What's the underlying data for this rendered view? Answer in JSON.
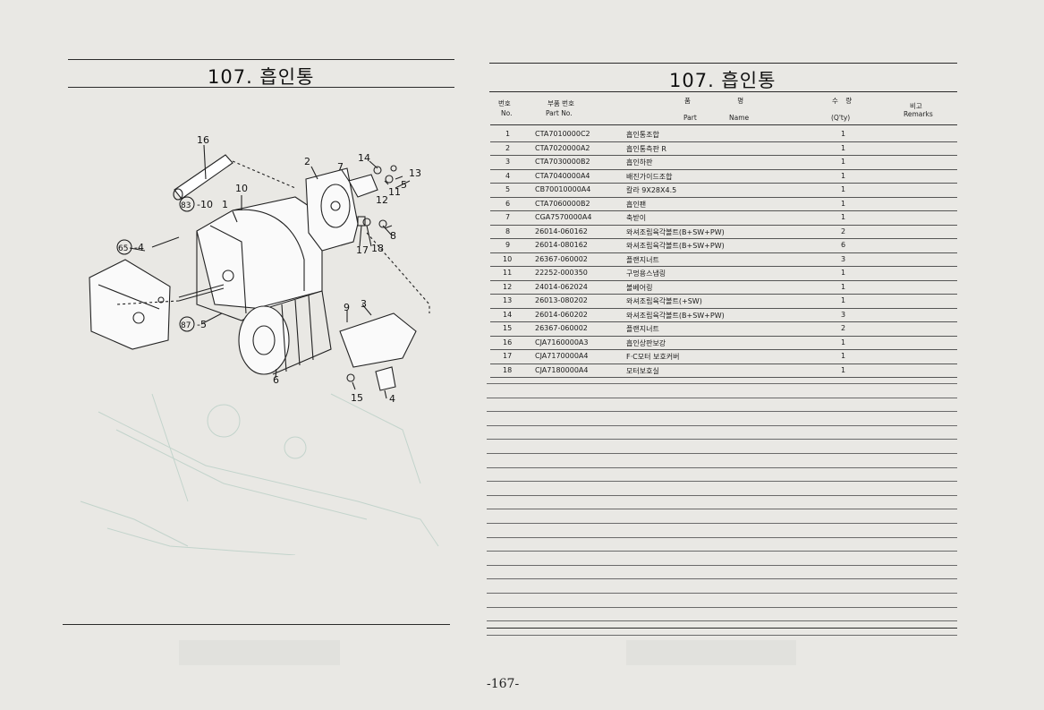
{
  "left_page": {
    "title": "107. 흡인통",
    "callouts": [
      {
        "label": "16"
      },
      {
        "label": "2"
      },
      {
        "label": "7"
      },
      {
        "label": "14"
      },
      {
        "label": "13"
      },
      {
        "label": "10"
      },
      {
        "label": "83"
      },
      {
        "label": "-10"
      },
      {
        "label": "1"
      },
      {
        "label": "5"
      },
      {
        "label": "12"
      },
      {
        "label": "11"
      },
      {
        "label": "8"
      },
      {
        "label": "17"
      },
      {
        "label": "18"
      },
      {
        "label": "65"
      },
      {
        "label": "-4"
      },
      {
        "label": "87"
      },
      {
        "label": "-5"
      },
      {
        "label": "9"
      },
      {
        "label": "3"
      },
      {
        "label": "6"
      },
      {
        "label": "15"
      },
      {
        "label": "4"
      }
    ]
  },
  "right_page": {
    "title": "107. 흡인통",
    "headers": {
      "no_ko": "번호",
      "no_en": "No.",
      "part_no_ko": "부품 번호",
      "part_no_en": "Part No.",
      "name_ko": "품 명",
      "name_part": "Part",
      "name_name": "Name",
      "qty_ko": "수 량",
      "qty_en": "(Q'ty)",
      "remarks_ko": "비고",
      "remarks_en": "Remarks"
    },
    "rows": [
      {
        "no": "1",
        "part": "CTA7010000C2",
        "name": "흡인통조합",
        "qty": "1"
      },
      {
        "no": "2",
        "part": "CTA7020000A2",
        "name": "흡인통측판 R",
        "qty": "1"
      },
      {
        "no": "3",
        "part": "CTA7030000B2",
        "name": "흡인하판",
        "qty": "1"
      },
      {
        "no": "4",
        "part": "CTA7040000A4",
        "name": "배진가이드조합",
        "qty": "1"
      },
      {
        "no": "5",
        "part": "CB70010000A4",
        "name": "칼라 9X28X4.5",
        "qty": "1"
      },
      {
        "no": "6",
        "part": "CTA7060000B2",
        "name": "흡인팬",
        "qty": "1"
      },
      {
        "no": "7",
        "part": "CGA7570000A4",
        "name": "축받이",
        "qty": "1"
      },
      {
        "no": "8",
        "part": "26014-060162",
        "name": "와셔조립육각볼트(B+SW+PW)",
        "qty": "2"
      },
      {
        "no": "9",
        "part": "26014-080162",
        "name": "와셔조립육각볼트(B+SW+PW)",
        "qty": "6"
      },
      {
        "no": "10",
        "part": "26367-060002",
        "name": "플랜지너트",
        "qty": "3"
      },
      {
        "no": "11",
        "part": "22252-000350",
        "name": "구멍용스냅링",
        "qty": "1"
      },
      {
        "no": "12",
        "part": "24014-062024",
        "name": "볼베어링",
        "qty": "1"
      },
      {
        "no": "13",
        "part": "26013-080202",
        "name": "와셔조립육각볼트(+SW)",
        "qty": "1"
      },
      {
        "no": "14",
        "part": "26014-060202",
        "name": "와셔조립육각볼트(B+SW+PW)",
        "qty": "3"
      },
      {
        "no": "15",
        "part": "26367-060002",
        "name": "플랜지너트",
        "qty": "2"
      },
      {
        "no": "16",
        "part": "CJA7160000A3",
        "name": "흡인상판보강",
        "qty": "1"
      },
      {
        "no": "17",
        "part": "CJA7170000A4",
        "name": "F·C모터 보호커버",
        "qty": "1"
      },
      {
        "no": "18",
        "part": "CJA7180000A4",
        "name": "모터보호실",
        "qty": "1"
      }
    ]
  },
  "page_number": "-167-"
}
